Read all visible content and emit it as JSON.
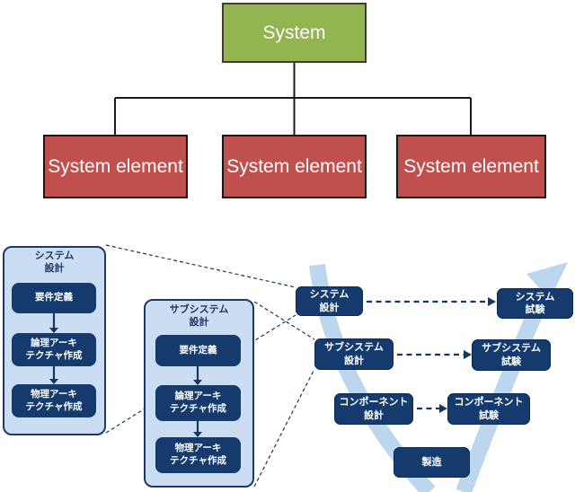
{
  "hierarchy": {
    "root": "System",
    "elements": [
      "System element",
      "System element",
      "System element"
    ]
  },
  "detail_panels": [
    {
      "title": "システム\n設計",
      "steps": [
        "要件定義",
        "論理アーキ\nテクチャ作成",
        "物理アーキ\nテクチャ作成"
      ]
    },
    {
      "title": "サブシステム\n設計",
      "steps": [
        "要件定義",
        "論理アーキ\nテクチャ作成",
        "物理アーキ\nテクチャ作成"
      ]
    }
  ],
  "v_model": {
    "design": [
      "システム\n設計",
      "サブシステム\n設計",
      "コンポーネント\n設計"
    ],
    "test": [
      "システム\n試験",
      "サブシステム\n試験",
      "コンポーネント\n試験"
    ],
    "manufacturing": "製造"
  },
  "colors": {
    "root_fill": "#94B351",
    "root_border": "#39441D",
    "element_fill": "#C0504D",
    "element_border": "#161616",
    "navy_box": "#143A6E",
    "panel_fill": "#CBDDF2",
    "panel_border": "#1F3864",
    "v_arrow": "#BCD6EE",
    "dashed_line": "#17375E",
    "tree_line": "#1A1A1A"
  }
}
